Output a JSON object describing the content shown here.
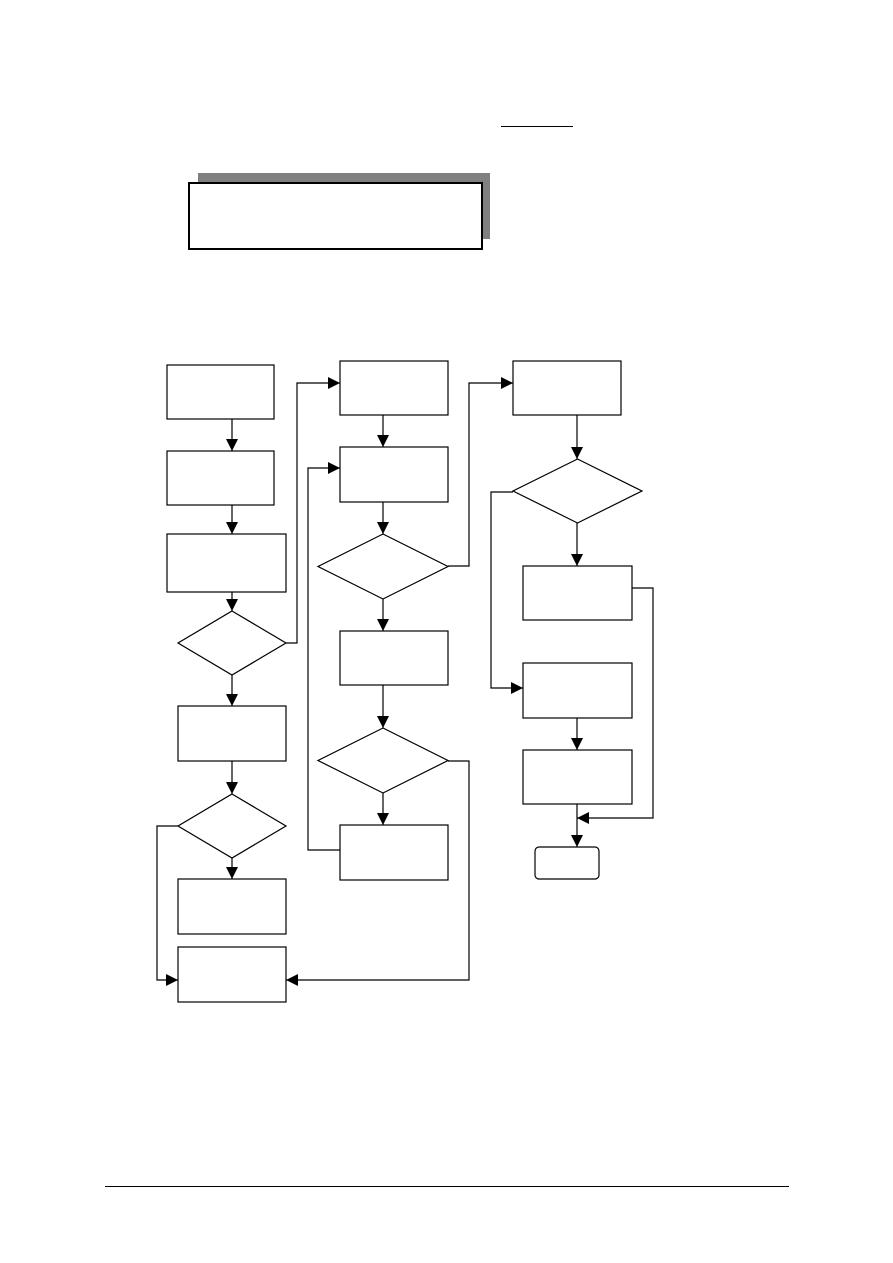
{
  "header": {
    "title_text": "",
    "banner_text": ""
  },
  "flowchart": {
    "nodes": [
      {
        "id": "c1-box1",
        "shape": "process",
        "label": ""
      },
      {
        "id": "c1-box2",
        "shape": "process",
        "label": ""
      },
      {
        "id": "c1-box3",
        "shape": "process",
        "label": ""
      },
      {
        "id": "c1-decision1",
        "shape": "decision",
        "label": ""
      },
      {
        "id": "c1-box4",
        "shape": "process",
        "label": ""
      },
      {
        "id": "c1-decision2",
        "shape": "decision",
        "label": ""
      },
      {
        "id": "c1-box5",
        "shape": "process",
        "label": ""
      },
      {
        "id": "c1-box6",
        "shape": "process",
        "label": ""
      },
      {
        "id": "c2-box1",
        "shape": "process",
        "label": ""
      },
      {
        "id": "c2-box2",
        "shape": "process",
        "label": ""
      },
      {
        "id": "c2-decision1",
        "shape": "decision",
        "label": ""
      },
      {
        "id": "c2-box3",
        "shape": "process",
        "label": ""
      },
      {
        "id": "c2-decision2",
        "shape": "decision",
        "label": ""
      },
      {
        "id": "c2-box4",
        "shape": "process",
        "label": ""
      },
      {
        "id": "c3-box1",
        "shape": "process",
        "label": ""
      },
      {
        "id": "c3-decision1",
        "shape": "decision",
        "label": ""
      },
      {
        "id": "c3-box2",
        "shape": "process",
        "label": ""
      },
      {
        "id": "c3-box3",
        "shape": "process",
        "label": ""
      },
      {
        "id": "c3-box4",
        "shape": "process",
        "label": ""
      },
      {
        "id": "c3-terminal",
        "shape": "terminal",
        "label": ""
      }
    ],
    "edges": [
      {
        "from": "c1-box1",
        "to": "c1-box2"
      },
      {
        "from": "c1-box2",
        "to": "c1-box3"
      },
      {
        "from": "c1-box3",
        "to": "c1-decision1"
      },
      {
        "from": "c1-decision1",
        "to": "c1-box4"
      },
      {
        "from": "c1-decision1",
        "to": "c2-box1"
      },
      {
        "from": "c1-box4",
        "to": "c1-decision2"
      },
      {
        "from": "c1-decision2",
        "to": "c1-box5"
      },
      {
        "from": "c1-decision2",
        "to": "c1-box6"
      },
      {
        "from": "c2-box1",
        "to": "c2-box2"
      },
      {
        "from": "c2-box2",
        "to": "c2-decision1"
      },
      {
        "from": "c2-decision1",
        "to": "c2-box3"
      },
      {
        "from": "c2-decision1",
        "to": "c3-box1"
      },
      {
        "from": "c2-box3",
        "to": "c2-decision2"
      },
      {
        "from": "c2-decision2",
        "to": "c2-box4"
      },
      {
        "from": "c2-decision2",
        "to": "c1-box6"
      },
      {
        "from": "c2-box4",
        "to": "c2-box2"
      },
      {
        "from": "c3-box1",
        "to": "c3-decision1"
      },
      {
        "from": "c3-decision1",
        "to": "c3-box2"
      },
      {
        "from": "c3-decision1",
        "to": "c3-box3"
      },
      {
        "from": "c3-box3",
        "to": "c3-box4"
      },
      {
        "from": "c3-box4",
        "to": "c3-terminal"
      },
      {
        "from": "c3-box2",
        "to": "c3-terminal"
      }
    ]
  }
}
